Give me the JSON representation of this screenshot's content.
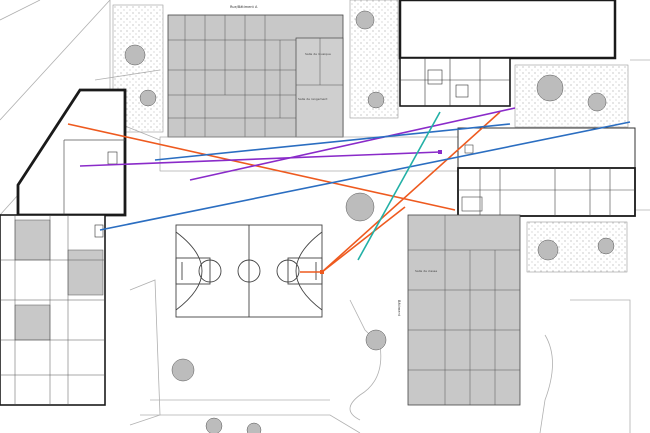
{
  "plan": {
    "background": "#ffffff",
    "building_fill": "#c8c8c8",
    "dark_wall": "#1a1a1a",
    "line_colors": {
      "orange": "#ee5a1f",
      "purple": "#8a2bc9",
      "blue": "#2b6ec1",
      "teal": "#23b0a6"
    },
    "labels": {
      "top_street": "Rue/Bâtiment A",
      "right_street": "Bâtiment",
      "north_room_1": "Salle de musique",
      "north_room_2": "Salle de rangement",
      "south_room": "Salle de classe"
    }
  }
}
